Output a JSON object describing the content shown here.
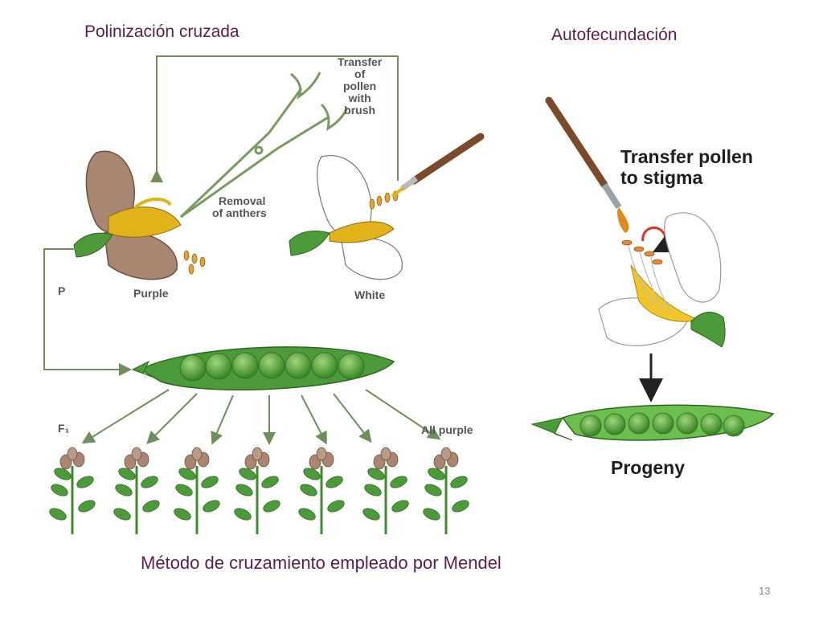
{
  "slide": {
    "title_cross": "Polinización cruzada",
    "title_self": "Autofecundación",
    "title_method": "Método de cruzamiento empleado por Mendel",
    "page_number": "13"
  },
  "cross_diagram": {
    "transfer_label": [
      "Transfer",
      "of",
      "pollen",
      "with",
      "brush"
    ],
    "removal_label": [
      "Removal",
      "of anthers"
    ],
    "parent_generation": "P",
    "purple_flower": "Purple",
    "white_flower": "White",
    "f1_generation": "F₁",
    "f1_result": "All purple"
  },
  "self_diagram": {
    "transfer_label": [
      "Transfer pollen",
      "to stigma"
    ],
    "progeny_label": "Progeny"
  },
  "colors": {
    "title": "#5a1e4a",
    "pod": "#4d9a3a",
    "purple_petal": "#a98672",
    "pollen": "#e2b21a",
    "arrow": "#6f8e5a"
  }
}
